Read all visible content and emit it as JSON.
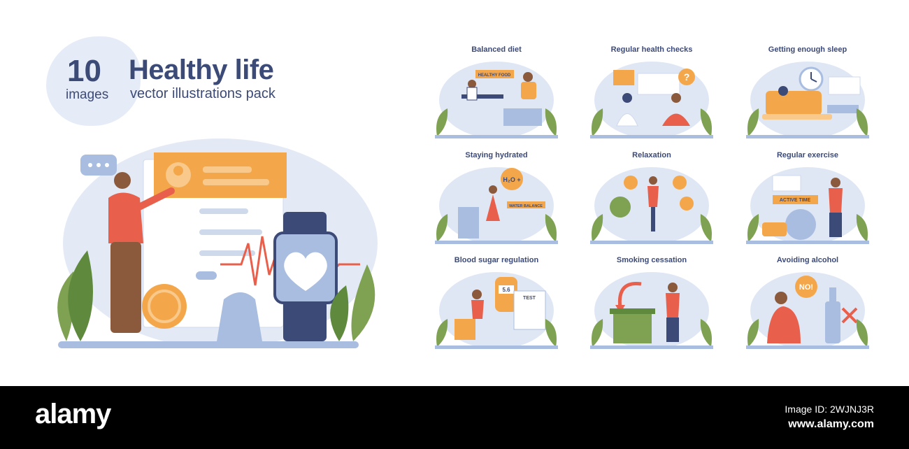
{
  "header": {
    "count": "10",
    "count_label": "images",
    "title": "Healthy life",
    "subtitle": "vector illustrations pack"
  },
  "tiles": [
    {
      "label": "Balanced diet",
      "icon": "balanced-diet-illustration"
    },
    {
      "label": "Regular health checks",
      "icon": "health-check-illustration"
    },
    {
      "label": "Getting enough sleep",
      "icon": "sleep-illustration"
    },
    {
      "label": "Staying hydrated",
      "icon": "hydration-illustration",
      "tags": [
        "H₂O +",
        "WATER BALANCE"
      ]
    },
    {
      "label": "Relaxation",
      "icon": "relaxation-illustration"
    },
    {
      "label": "Regular exercise",
      "icon": "exercise-illustration",
      "tags": [
        "ACTIVE TIME"
      ]
    },
    {
      "label": "Blood sugar regulation",
      "icon": "glucose-meter-illustration",
      "tags": [
        "5.6",
        "TEST"
      ]
    },
    {
      "label": "Smoking cessation",
      "icon": "smoking-cessation-illustration"
    },
    {
      "label": "Avoiding alcohol",
      "icon": "avoid-alcohol-illustration",
      "tags": [
        "NO!"
      ]
    }
  ],
  "tile1_tag": "HEALTHY FOOD",
  "colors": {
    "navy": "#3c4a78",
    "orange": "#f4a74a",
    "coral": "#e8604c",
    "green": "#7ea152",
    "light_blue": "#dfe7f5",
    "mid_blue": "#a9bde0"
  },
  "footer": {
    "brand": "alamy",
    "image_id": "Image ID: 2WJNJ3R",
    "url": "www.alamy.com"
  }
}
